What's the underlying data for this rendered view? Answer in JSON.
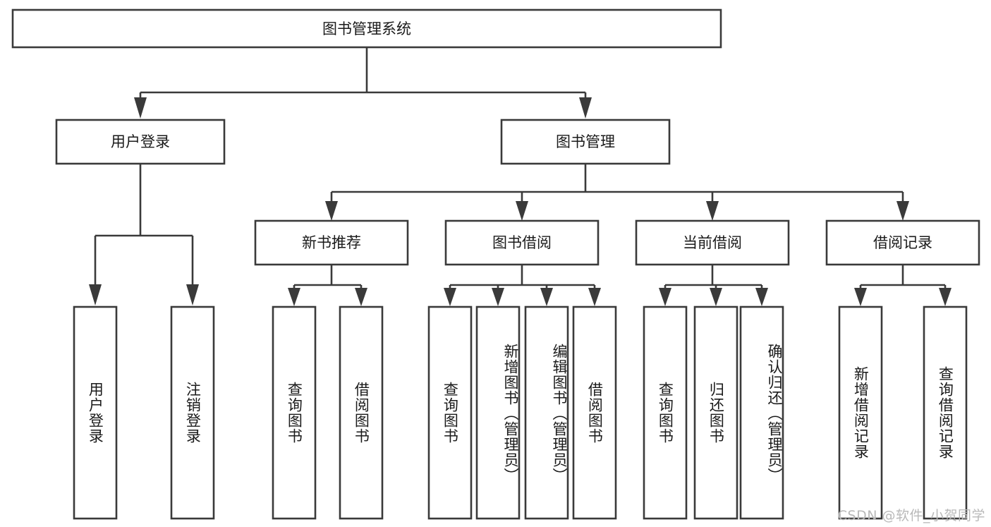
{
  "diagram": {
    "type": "tree-hierarchy-diagram",
    "title": "图书管理系统",
    "colors": {
      "stroke": "#3a3a3a",
      "box_fill": "#ffffff",
      "text": "#1a1a1a",
      "background": "#ffffff",
      "watermark": "#b9b9b9"
    },
    "root": {
      "label": "图书管理系统",
      "orientation": "horizontal"
    },
    "level2": [
      {
        "label": "用户登录",
        "orientation": "horizontal"
      },
      {
        "label": "图书管理",
        "orientation": "horizontal"
      }
    ],
    "level3": [
      {
        "label": "新书推荐",
        "orientation": "horizontal",
        "parent": "图书管理"
      },
      {
        "label": "图书借阅",
        "orientation": "horizontal",
        "parent": "图书管理"
      },
      {
        "label": "当前借阅",
        "orientation": "horizontal",
        "parent": "图书管理"
      },
      {
        "label": "借阅记录",
        "orientation": "horizontal",
        "parent": "图书管理"
      }
    ],
    "leaves": {
      "用户登录": [
        {
          "label": "用户登录",
          "orientation": "vertical"
        },
        {
          "label": "注销登录",
          "orientation": "vertical"
        }
      ],
      "新书推荐": [
        {
          "label": "查询图书",
          "orientation": "vertical"
        },
        {
          "label": "借阅图书",
          "orientation": "vertical"
        }
      ],
      "图书借阅": [
        {
          "label": "查询图书",
          "orientation": "vertical"
        },
        {
          "label": "新增图书（管理员）",
          "orientation": "vertical"
        },
        {
          "label": "编辑图书（管理员）",
          "orientation": "vertical"
        },
        {
          "label": "借阅图书",
          "orientation": "vertical"
        }
      ],
      "当前借阅": [
        {
          "label": "查询图书",
          "orientation": "vertical"
        },
        {
          "label": "归还图书",
          "orientation": "vertical"
        },
        {
          "label": "确认归还（管理员）",
          "orientation": "vertical"
        }
      ],
      "借阅记录": [
        {
          "label": "新增借阅记录",
          "orientation": "vertical"
        },
        {
          "label": "查询借阅记录",
          "orientation": "vertical"
        }
      ]
    }
  },
  "watermark": {
    "text": "CSDN @软件_小贺同学"
  }
}
